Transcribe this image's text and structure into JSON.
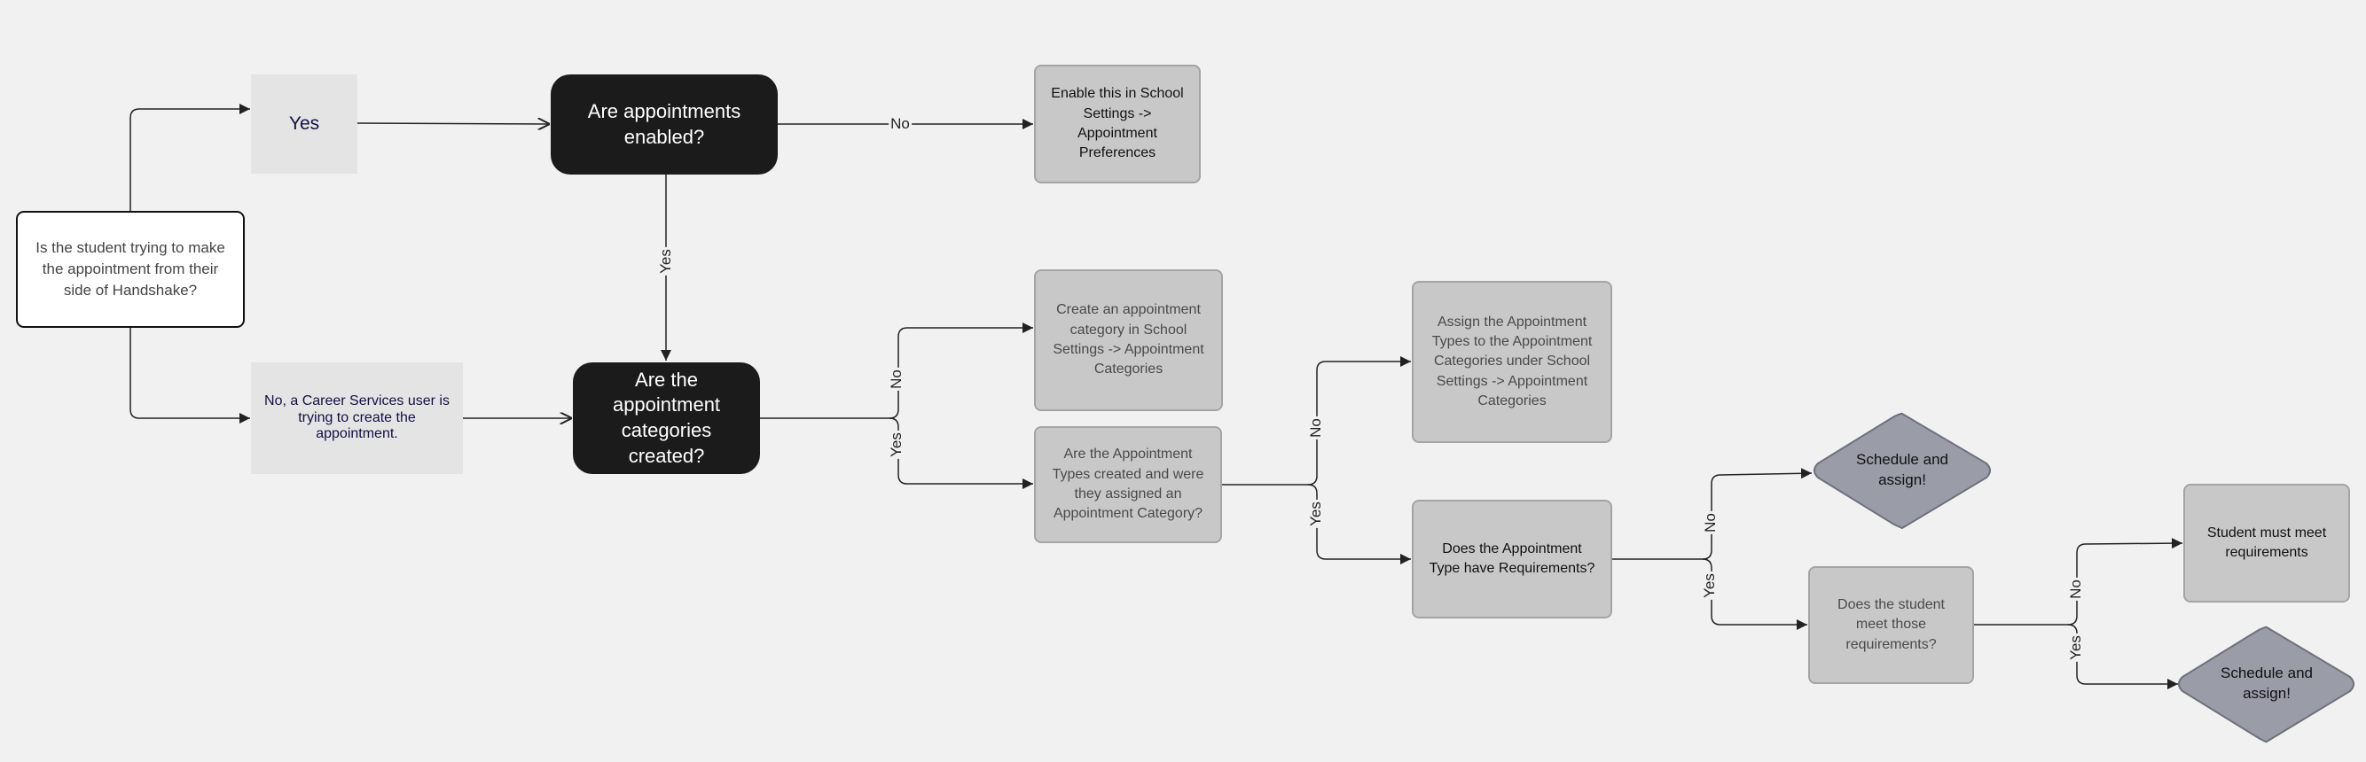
{
  "nodes": {
    "start": "Is the student trying to make the appointment from their side of Handshake?",
    "yes_note": "Yes",
    "no_note": "No, a Career Services user is trying to create the appointment.",
    "appointments_enabled": "Are appointments enabled?",
    "enable_settings": "Enable this in School Settings -> Appointment Preferences",
    "categories_created": "Are the appointment categories created?",
    "create_category": "Create an appointment category in School Settings -> Appointment Categories",
    "types_assigned": "Are the Appointment Types created and were they assigned an Appointment Category?",
    "assign_types": "Assign the Appointment Types to the Appointment Categories under School Settings -> Appointment Categories",
    "type_requirements": "Does the Appointment Type have Requirements?",
    "schedule_1": "Schedule and assign!",
    "meet_requirements": "Does the student meet those requirements?",
    "must_meet": "Student must meet requirements",
    "schedule_2": "Schedule and assign!"
  },
  "edge_labels": {
    "enabled_no": "No",
    "enabled_yes": "Yes",
    "categories_no": "No",
    "categories_yes": "Yes",
    "types_no": "No",
    "types_yes": "Yes",
    "requirements_no": "No",
    "requirements_yes": "Yes",
    "meet_no": "No",
    "meet_yes": "Yes"
  },
  "colors": {
    "background": "#f1f1f1",
    "dark_node": "#1b1b1b",
    "grey_node": "#c8c8c8",
    "diamond_fill": "#9a9ca8",
    "edge": "#222222"
  }
}
